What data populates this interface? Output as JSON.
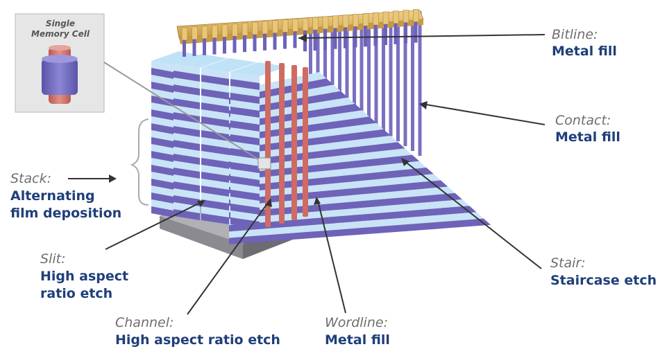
{
  "inset": {
    "title_line1": "Single",
    "title_line2": "Memory Cell"
  },
  "labels": {
    "bitline": {
      "title": "Bitline:",
      "desc": "Metal fill"
    },
    "contact": {
      "title": "Contact:",
      "desc": "Metal fill"
    },
    "stack": {
      "title": "Stack:",
      "desc1": "Alternating",
      "desc2": "film deposition"
    },
    "slit": {
      "title": "Slit:",
      "desc1": "High aspect",
      "desc2": "ratio etch"
    },
    "channel": {
      "title": "Channel:",
      "desc": "High aspect ratio etch"
    },
    "wordline": {
      "title": "Wordline:",
      "desc": "Metal fill"
    },
    "stair": {
      "title": "Stair:",
      "desc": "Staircase etch"
    }
  },
  "colors": {
    "stack_light": "#c9e4f7",
    "stack_dark": "#6e63b8",
    "channel": "#cf6b62",
    "bitline_gold": "#d9b86a",
    "base_gray": "#7f7f84",
    "label_title": "#6e6e6e",
    "label_desc": "#1f3f7a"
  }
}
